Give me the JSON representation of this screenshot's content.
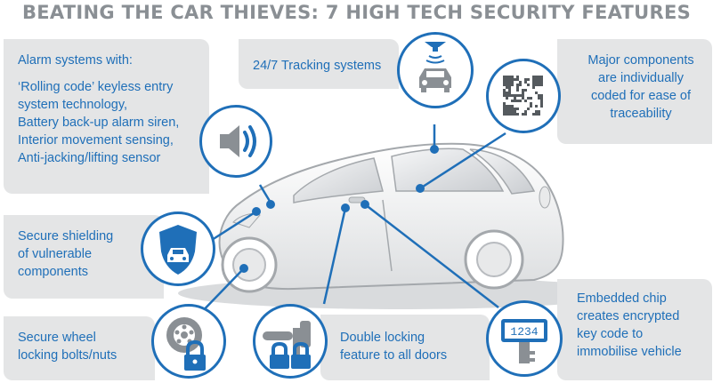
{
  "title": "BEATING THE CAR THIEVES: 7 HIGH TECH SECURITY FEATURES",
  "features": {
    "alarm": {
      "heading": "Alarm systems with:",
      "lines": [
        "‘Rolling code’ keyless entry",
        "system technology,",
        "Battery back-up alarm siren,",
        "Interior movement sensing,",
        "Anti-jacking/lifting sensor"
      ],
      "icon": "speaker-icon"
    },
    "tracking": {
      "lines": [
        "24/7 Tracking systems"
      ],
      "icon": "satellite-car-icon"
    },
    "components": {
      "lines": [
        "Major components",
        "are individually",
        "coded for ease of",
        "traceability"
      ],
      "icon": "qr-code-icon"
    },
    "shielding": {
      "lines": [
        "Secure shielding",
        "of vulnerable",
        "components"
      ],
      "icon": "shield-car-icon"
    },
    "wheel": {
      "lines": [
        "Secure wheel",
        "locking bolts/nuts"
      ],
      "icon": "wheel-lock-icon"
    },
    "doors": {
      "lines": [
        "Double locking",
        "feature to all doors"
      ],
      "icon": "double-padlock-icon"
    },
    "chip": {
      "lines": [
        "Embedded chip",
        "creates encrypted",
        "key code to",
        "immobilise vehicle"
      ],
      "icon": "chip-key-icon",
      "code": "1234"
    }
  },
  "colors": {
    "accent": "#1f6fb8",
    "title": "#8a8f94",
    "box": "#e4e5e6",
    "car": "#f2f3f4"
  }
}
